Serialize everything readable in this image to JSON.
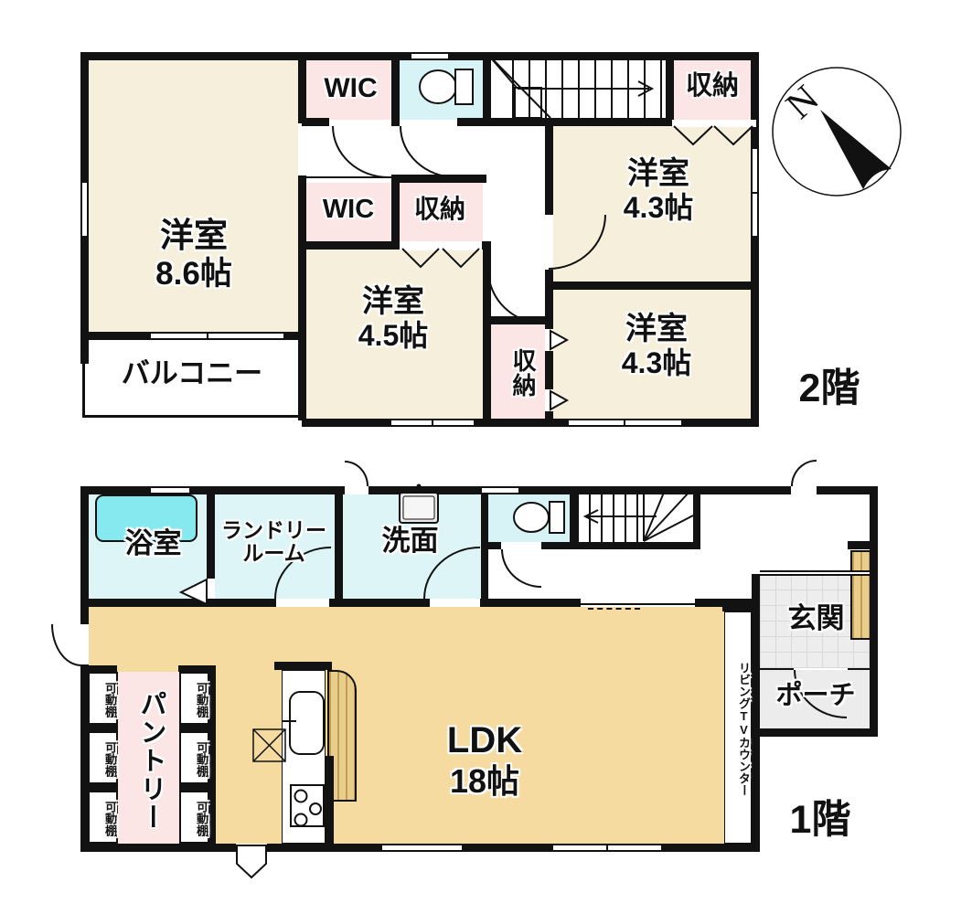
{
  "second": {
    "label": "2階",
    "rooms": {
      "y86": {
        "name": "洋室",
        "size": "8.6帖"
      },
      "wic_top": {
        "name": "WIC"
      },
      "wic_mid": {
        "name": "WIC"
      },
      "shuno_top": {
        "name": "収納"
      },
      "shuno_mid": {
        "name": "収納"
      },
      "shuno_btm": {
        "name": "収納"
      },
      "y43a": {
        "name": "洋室",
        "size": "4.3帖"
      },
      "y45": {
        "name": "洋室",
        "size": "4.5帖"
      },
      "y43b": {
        "name": "洋室",
        "size": "4.3帖"
      },
      "balcony": {
        "name": "バルコニー"
      }
    }
  },
  "first": {
    "label": "1階",
    "rooms": {
      "bath": {
        "name": "浴室"
      },
      "laundry": {
        "line1": "ランドリー",
        "line2": "ルーム"
      },
      "wash": {
        "name": "洗面"
      },
      "ldk": {
        "name": "LDK",
        "size": "18帖"
      },
      "pantry": {
        "name": "パントリー"
      },
      "shelf": {
        "name": "可動棚"
      },
      "genkan": {
        "name": "玄関"
      },
      "porch": {
        "name": "ポーチ"
      },
      "tv": {
        "name": "リビングTVカウンター"
      }
    }
  },
  "compass": {
    "north": "N"
  },
  "colors": {
    "cream": "#f6efdb",
    "pink": "#fbe5e5",
    "cyan": "#def5f7",
    "tub": "#86e9ef",
    "ldk_tan": "#f5dba0",
    "wall": "#121212"
  }
}
